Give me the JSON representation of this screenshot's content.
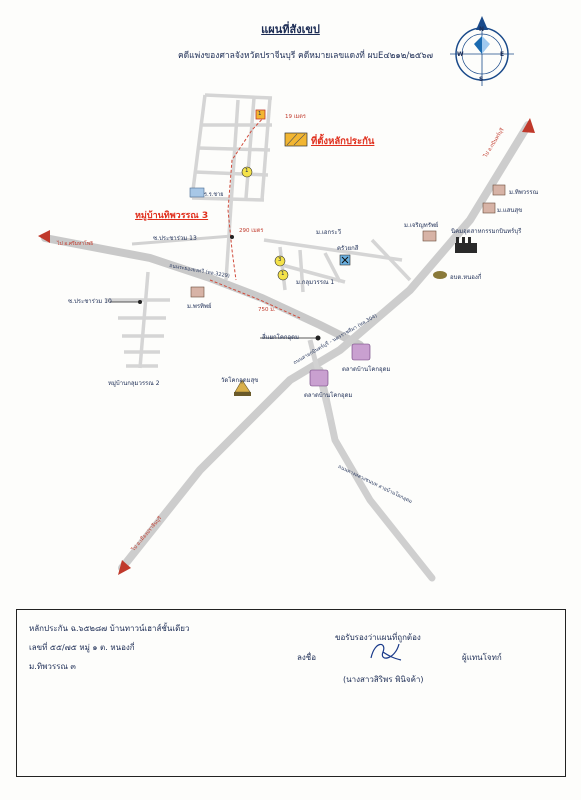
{
  "header": {
    "title": "แผนที่สังเขป",
    "subtitle": "คดีแพ่งของศาลจังหวัดปราจีนบุรี  คดีหมายเลขแดงที่  ผบE๔๒๑๒/๒๕๖๗"
  },
  "compass": {
    "north": "N",
    "south": "S",
    "east": "E",
    "west": "W"
  },
  "legend": {
    "label": "ที่ตั้งหลักประกัน",
    "color": "#f2b632"
  },
  "map_labels": {
    "village_main": "หมู่บ้านทิพวรรณ 3",
    "school_small": "ร.ร.ชาย",
    "distance_top": "19 เมตร",
    "distance_mid": "290 เมตร",
    "distance_low": "750 ม.",
    "soi_13": "ซ.ประชาร่วม 13",
    "soi_10": "ซ.ประชาร่วม 10",
    "village_2": "หมู่บ้านกลุมวรรณ 2",
    "kulumwan_1": "ม.กลุมวรรณ 1",
    "to_west": "ไป อ.ศรีมหาโพธิ",
    "to_east": "ไป อ.กบินทร์บุรี",
    "to_sw": "ไป อ.เมืองปราจีนบุรี",
    "main_road": "ถนนระยองยงทวี (ทล.3229)",
    "diag_road": "ถนนสายกบินทร์บุรี - นครราชสีมา (ทล.304)",
    "south_road": "ถนนทางหลวงชนบท สายบ้านโคกอุดม",
    "m_ekarat": "ม.เอกระวี",
    "kru_yok": "ครัวยกสี",
    "m_jaroen": "ม.เจริญทรัพย์",
    "m_tippawan": "ม.ทิพวรรณ",
    "m_saensuk": "ม.แสนสุข",
    "industrial": "นิคมอุตสาหกรรมกบินทร์บุรี",
    "tambon": "อบต.หนองกี่",
    "m_prasit": "ม.พรทิพย์",
    "intersection": "สี่แยกโคกอุดม",
    "market1": "ตลาดบ้านโคกอุดม",
    "market2": "ตลาดบ้านโคกอุดม",
    "temple": "วัดโคกอุดมสุข",
    "node1": "1",
    "node3": "3",
    "node2": "1",
    "node4": "1"
  },
  "footer": {
    "line1": "หลักประกัน  ฉ.๖๕๒๘๗ บ้านทาวน์เฮาส์ชั้นเดียว",
    "line2": "เลขที่ ๕๕/๗๕  หมู่ ๑  ต. หนองกี่",
    "line3": "ม.ทิพวรรณ ๓",
    "certify": "ขอรับรองว่าแผนที่ถูกต้อง",
    "sign_label": "ลงชื่อ",
    "role": "ผู้แทนโจทก์",
    "name": "(นางสาวสิริพร พินิจค้า)"
  }
}
